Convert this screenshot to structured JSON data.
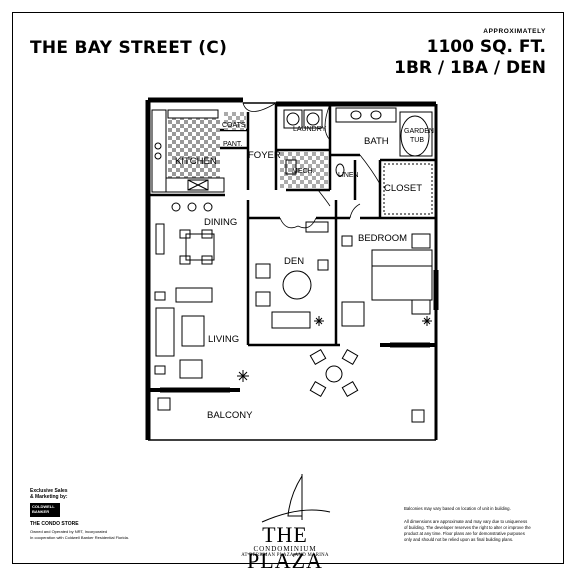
{
  "header": {
    "unit_name": "THE BAY STREET (C)",
    "approx_label": "APPROXIMATELY",
    "square_feet": "1100 SQ. FT.",
    "unit_type": "1BR / 1BA / DEN"
  },
  "rooms": {
    "coats": "COATS",
    "pantry": "PANT.",
    "foyer": "FOYER",
    "kitchen": "KITCHEN",
    "laundry": "LAUNDRY",
    "mech": "MECH.",
    "linen": "LINEN",
    "bath": "BATH",
    "garden_tub": "GARDEN",
    "garden_tub_2": "TUB",
    "closet": "CLOSET",
    "dining": "DINING",
    "den": "DEN",
    "bedroom": "BEDROOM",
    "living": "LIVING",
    "balcony": "BALCONY"
  },
  "footer": {
    "marketing_1": "Exclusive Sales",
    "marketing_2": "& Marketing by:",
    "broker_logo_1": "COLDWELL",
    "broker_logo_2": "BANKER",
    "store_name": "THE CONDO STORE",
    "owned_by": "Owned and Operated by NRT, Incorporated",
    "cooperation": "In cooperation with Coldwell Banker Residential Florida.",
    "brand_name": "THE PLAZA",
    "brand_sub": "CONDOMINIUM",
    "brand_location": "AT BERKMAN PLAZA AND MARINA",
    "disclaimer_1": "Balconies may vary based on location of unit in building.",
    "disclaimer_2a": "All dimensions are approximate and may vary due to uniqueness",
    "disclaimer_2b": "of building. The developer reserves the right to alter or improve the",
    "disclaimer_2c": "product at any time. Floor plans are for demonstrative purposes",
    "disclaimer_2d": "only and should not be relied upon as final building plans."
  }
}
